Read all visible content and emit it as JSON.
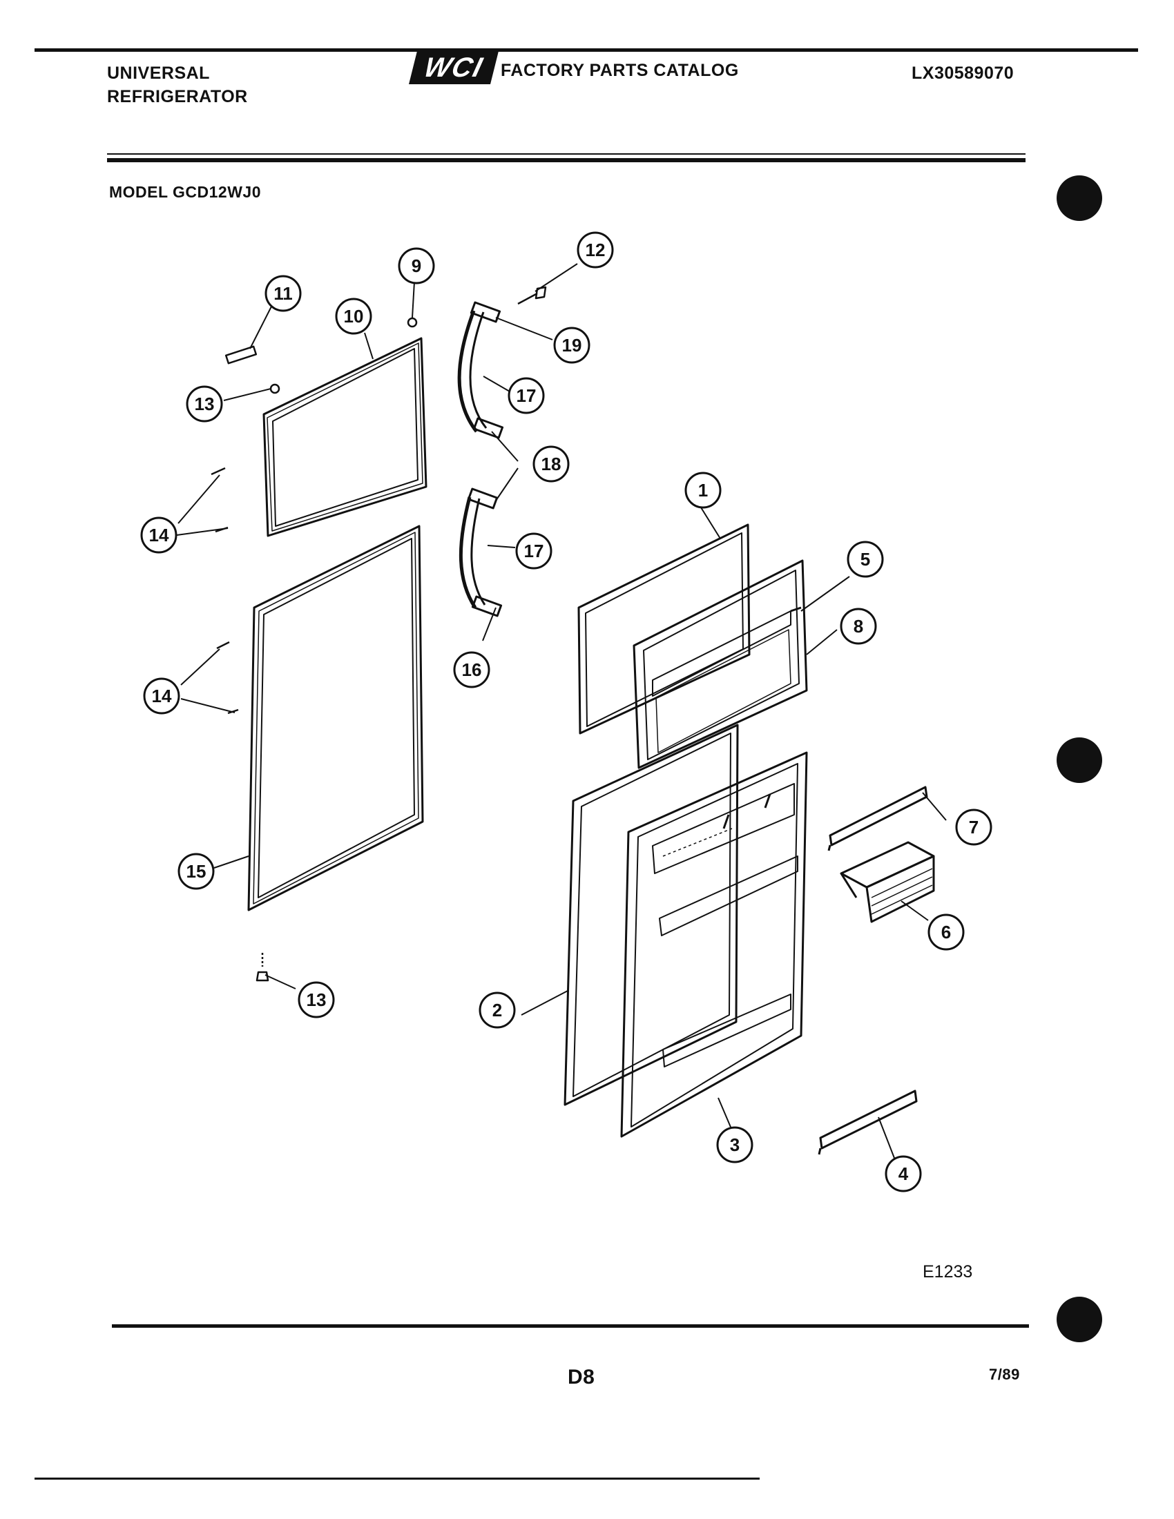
{
  "header": {
    "brand_line1": "UNIVERSAL",
    "brand_line2": "REFRIGERATOR",
    "logo_text": "WCI",
    "catalog_title": "FACTORY PARTS CATALOG",
    "catalog_number": "LX30589070",
    "model": "MODEL GCD12WJ0"
  },
  "footer": {
    "figure_code": "E1233",
    "page": "D8",
    "date": "7/89"
  },
  "callouts": {
    "c1": "1",
    "c2": "2",
    "c3": "3",
    "c4": "4",
    "c5": "5",
    "c6": "6",
    "c7": "7",
    "c8": "8",
    "c9": "9",
    "c10": "10",
    "c11": "11",
    "c12": "12",
    "c13a": "13",
    "c13b": "13",
    "c14a": "14",
    "c14b": "14",
    "c15": "15",
    "c16": "16",
    "c17a": "17",
    "c17b": "17",
    "c18": "18",
    "c19": "19"
  }
}
